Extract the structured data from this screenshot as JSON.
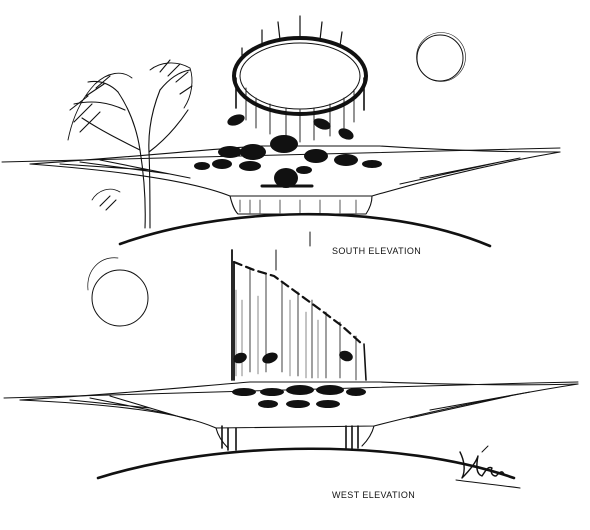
{
  "sketch": {
    "south_elevation": {
      "caption": "SOUTH ELEVATION"
    },
    "west_elevation": {
      "caption": "WEST ELEVATION"
    },
    "signature": {
      "kind": "handwritten-signature"
    },
    "colors": {
      "ink": "#111111",
      "paper": "#ffffff"
    }
  }
}
